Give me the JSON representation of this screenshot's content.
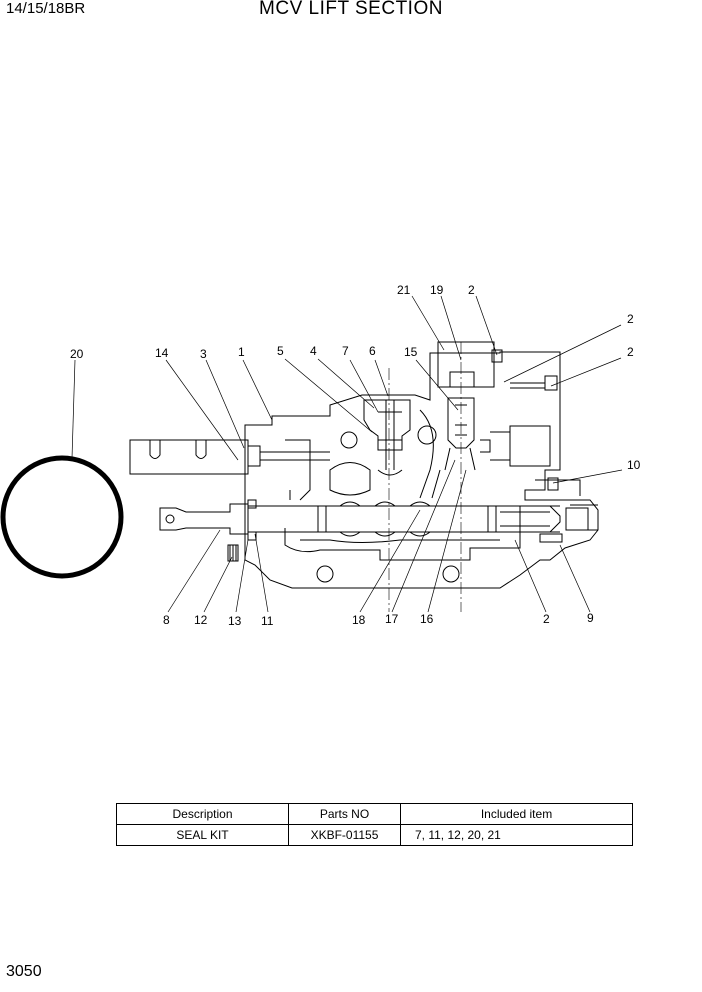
{
  "header": {
    "model": "14/15/18BR",
    "title": "MCV LIFT SECTION"
  },
  "footer": {
    "page_number": "3050"
  },
  "callouts": [
    "1",
    "2",
    "2",
    "2",
    "2",
    "3",
    "4",
    "5",
    "6",
    "7",
    "8",
    "9",
    "10",
    "11",
    "12",
    "13",
    "14",
    "15",
    "16",
    "17",
    "18",
    "19",
    "20",
    "21"
  ],
  "kit_table": {
    "headers": [
      "Description",
      "Parts NO",
      "Included item"
    ],
    "rows": [
      [
        "SEAL KIT",
        "XKBF-01155",
        "7, 11, 12, 20, 21"
      ]
    ]
  }
}
